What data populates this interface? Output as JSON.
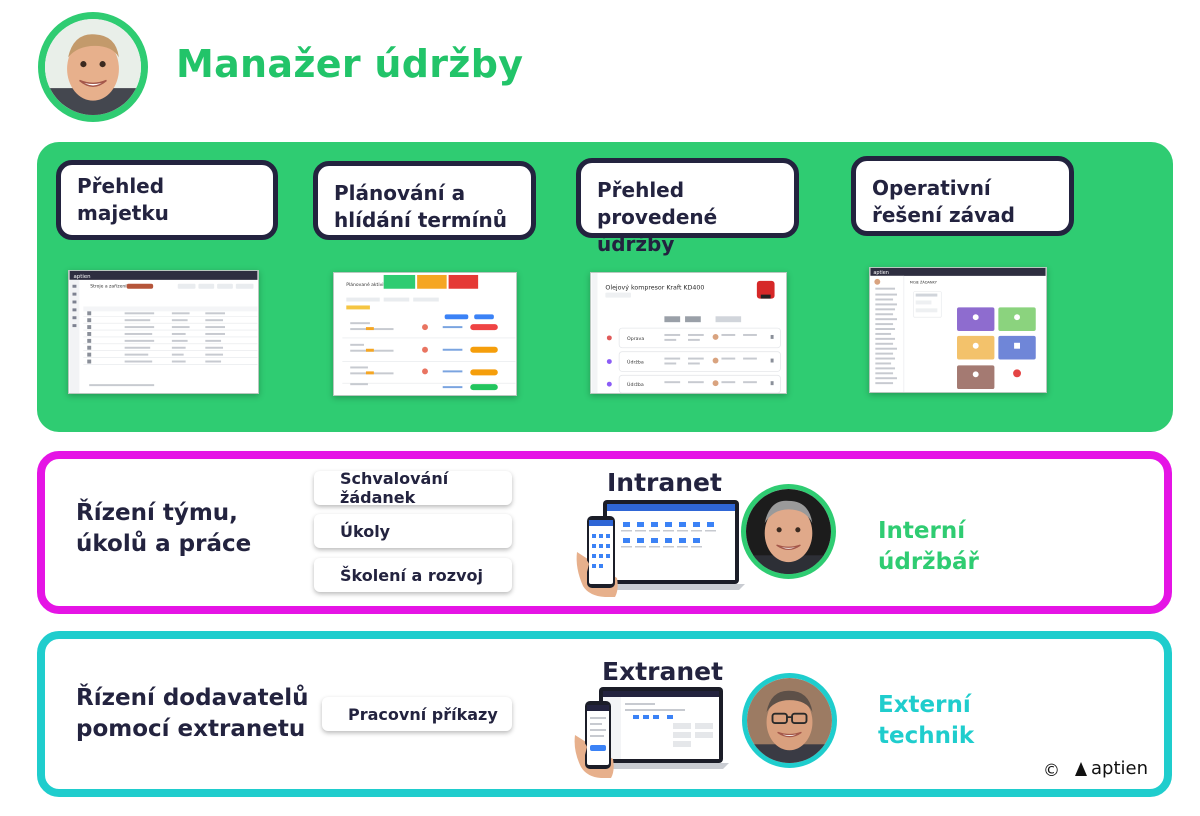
{
  "header": {
    "title": "Manažer údržby"
  },
  "features": [
    {
      "label": "Přehled majetku"
    },
    {
      "label": "Plánování a hlídání termínů"
    },
    {
      "label": "Přehled provedené údržby"
    },
    {
      "label": "Operativní řešení závad"
    }
  ],
  "screenshots": {
    "assets": {
      "brand": "aptien",
      "heading": "Stroje a zařízení"
    },
    "planning": {
      "heading": "Plánované aktivity"
    },
    "maintenance": {
      "heading": "Olejový kompresor Kraft KD400",
      "rows": [
        "Oprava",
        "Údržba",
        "Údržba"
      ]
    },
    "faults": {
      "brand": "aptien",
      "heading": "MOJE ŽÁDANKY"
    }
  },
  "team_section": {
    "title": "Řízení týmu, úkolů a práce",
    "chips": [
      "Schvalování žádanek",
      "Úkoly",
      "Školení a rozvoj"
    ],
    "portal": "Intranet",
    "role": "Interní údržbář"
  },
  "supplier_section": {
    "title": "Řízení dodavatelů pomocí extranetu",
    "chips": [
      "Pracovní příkazy"
    ],
    "portal": "Extranet",
    "role": "Externí technik"
  },
  "footer": {
    "copyright": "©",
    "brand": "aptien"
  },
  "colors": {
    "green": "#2fcc72",
    "title_green": "#22c469",
    "magenta": "#e514e5",
    "cyan": "#1fcdcd",
    "navy": "#23233f"
  }
}
